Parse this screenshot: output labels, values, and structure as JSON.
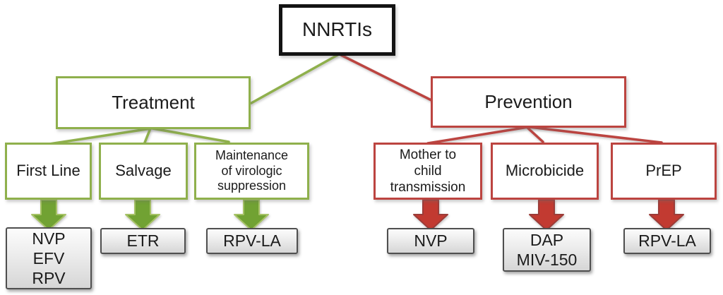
{
  "colors": {
    "green": "#8fb04c",
    "green_fill": "#71a233",
    "green_edge": "#a6c266",
    "red": "#bc4440",
    "red_fill": "#c23a31",
    "red_edge": "#9c3c38",
    "black_border": "#131313",
    "gray_border": "#4f4f4f",
    "text": "#1b1b1b"
  },
  "diagram": {
    "root": {
      "label": "NNRTIs"
    },
    "treatment": {
      "label": "Treatment",
      "children": [
        {
          "label": "First Line",
          "drugs": "NVP\nEFV\nRPV"
        },
        {
          "label": "Salvage",
          "drugs": "ETR"
        },
        {
          "label": "Maintenance\nof virologic\nsuppression",
          "drugs": "RPV-LA"
        }
      ]
    },
    "prevention": {
      "label": "Prevention",
      "children": [
        {
          "label": "Mother to\nchild\ntransmission",
          "drugs": "NVP"
        },
        {
          "label": "Microbicide",
          "drugs": "DAP\nMIV-150"
        },
        {
          "label": "PrEP",
          "drugs": "RPV-LA"
        }
      ]
    }
  }
}
